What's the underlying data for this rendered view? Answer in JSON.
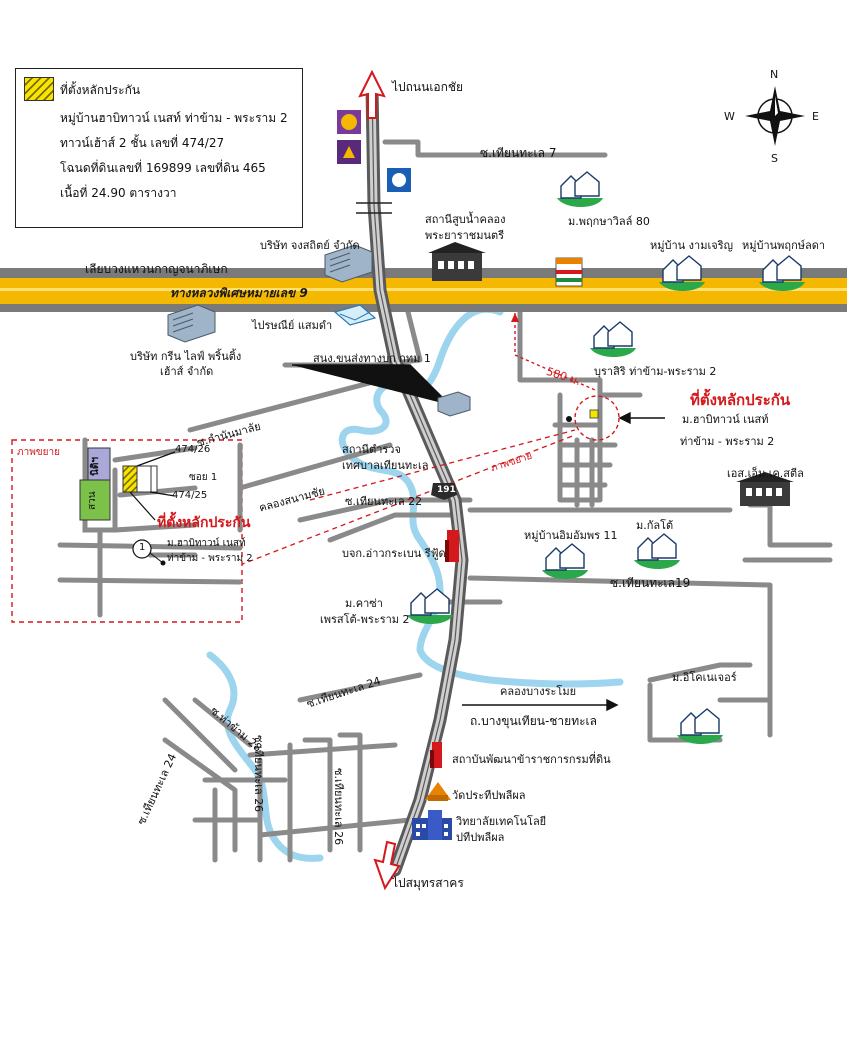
{
  "legend": {
    "line1": "ที่ตั้งหลักประกัน",
    "line2": "หมู่บ้านฮาบิทาวน์ เนสท์ ท่าข้าม - พระราม 2",
    "line3": "ทาวน์เฮ้าส์ 2 ชั้น เลขที่ 474/27",
    "line4": "โฉนดที่ดินเลขที่ 169899 เลขที่ดิน 465",
    "line5": "เนื้อที่ 24.90 ตารางวา"
  },
  "compass": {
    "n": "N",
    "s": "S",
    "e": "E",
    "w": "W"
  },
  "labels": {
    "to_north": "ไปถนนเอกชัย",
    "to_south": "ไปสมุทรสาคร",
    "soi_tianthale7": "ซ.เทียนทะเล 7",
    "pruksa80": "ม.พฤกษาวิลล์ 80",
    "water_station_1": "สถานีสูบน้ำคลอง",
    "water_station_2": "พระยาราชมนตรี",
    "jongsathit": "บริษัท จงสถิตย์ จำกัด",
    "ngam_charoen": "หมู่บ้าน งามเจริญ",
    "pruksalada": "หมู่บ้านพฤกษ์ลดา",
    "ring_road": "เลียบวงแหวนกาญจนาภิเษก",
    "highway9": "ทางหลวงพิเศษหมายเลข 9",
    "post_office": "ไปรษณีย์ แสมดำ",
    "green_life_1": "บริษัท กรีน ไลฟ์ พริ้นติ้ง",
    "green_life_2": "เฮ้าส์ จำกัด",
    "bus_terminal": "สนง.ขนส่งทางบก กทม 1",
    "distance": "580 ม.",
    "burasiri": "บุราสิริ ท่าข้าม-พระราม 2",
    "collateral_main": "ที่ตั้งหลักประกัน",
    "habitown_1": "ม.ฮาบิทาวน์ เนสท์",
    "habitown_2": "ท่าข้าม - พระราม 2",
    "expand_road": "ภาพขยาย",
    "soi_kamnan": "ซ.กำนันมาลัย",
    "police_1": "สถานีตำรวจ",
    "police_2": "เทศบาลเทียนทะเล",
    "sm_steel": "เอส.เอ็ม.เค.สตีล",
    "klong_samam": "คลองสนามชัย",
    "soi_tianthale22": "ซ.เทียนทะเล 22",
    "route_191": "191",
    "inset_title": "ภาพขยาย",
    "inset_park1": "นิติฯ",
    "inset_park2": "สวน",
    "inset_474_26": "474/26",
    "inset_soi1": "ซอย 1",
    "inset_474_25": "474/25",
    "inset_collateral": "ที่ตั้งหลักประกัน",
    "inset_habitown_1": "ม.ฮาบิทาวน์ เนสท์",
    "inset_habitown_2": "ท่าข้าม - พระราม 2",
    "inset_marker": "1",
    "charoen_pokphand": "บจก.อ่าวกระเบน รีฟู้ด",
    "inthamaphon": "หมู่บ้านอิมอัมพร 11",
    "kanto": "ม.กัลโต้",
    "soi_tianthale19": "ซ.เทียนทะเล19",
    "casa_1": "ม.คาซ่า",
    "casa_2": "เพรสโต้-พระราม 2",
    "soi_tianthale24": "ซ.เทียนทะเล 24",
    "architecture": "ม.อิโคเนเจอร์",
    "soi_thakham28": "ซ.ท่าข้าม 28",
    "klong_bangbon": "คลองบางระโมย",
    "road_bangkhunthian": "ถ.บางขุนเทียน-ชายทะเล",
    "soi_tianthale24b": "ซ.เทียนทะเล 24",
    "soi_tianthale26a": "ซ.เทียนทะเล 26",
    "soi_tianthale26b": "ซ.เทียนทะเล 26",
    "land_institute": "สถาบันพัฒนาข้าราชการกรมที่ดิน",
    "temple": "วัดประทีปพลีผล",
    "college_1": "วิทยาลัยเทคโนโลยี",
    "college_2": "ปทีปพลีผล"
  },
  "colors": {
    "road": "#8a8a8a",
    "highway_band": "#f5b800",
    "river": "#9dd4ee",
    "main_road": "#5a5a5a",
    "accent_red": "#d4181c",
    "park_green": "#7cc24a",
    "park_purple": "#a9a8d8"
  }
}
